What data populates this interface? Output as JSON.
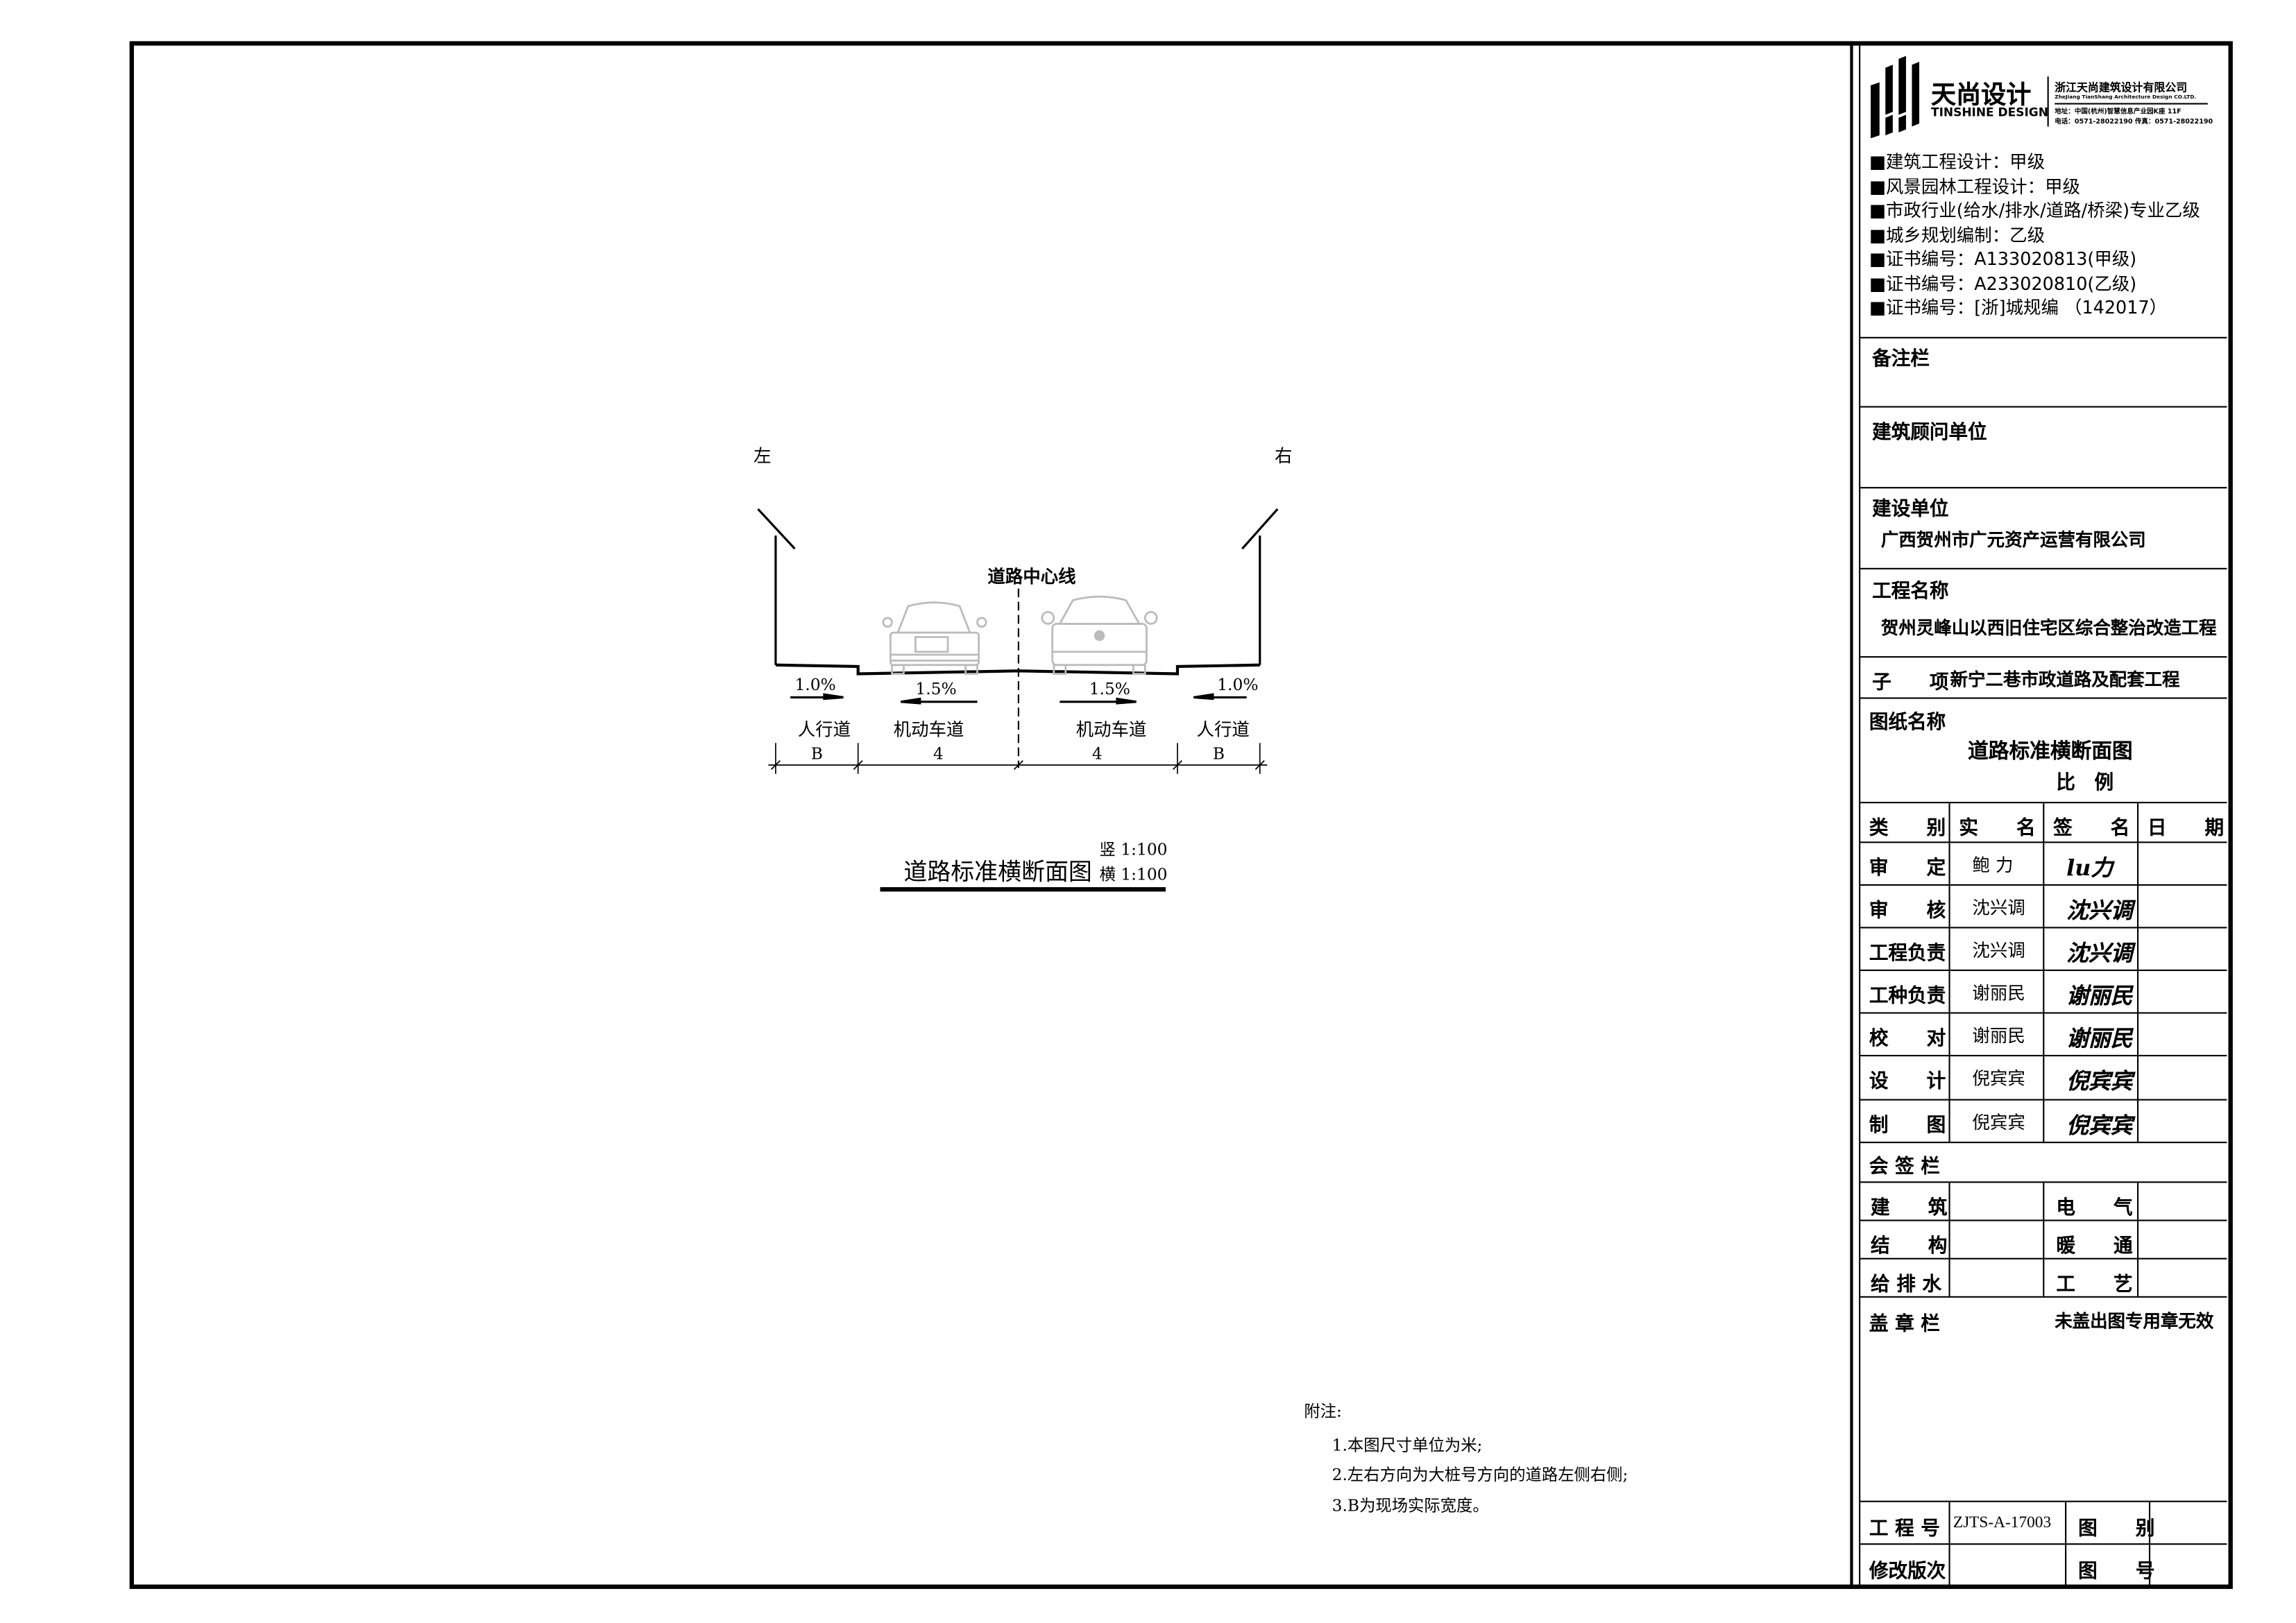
{
  "logo": {
    "brand_cn": "天尚设计",
    "brand_en": "TINSHINE DESIGN",
    "company_cn": "浙江天尚建筑设计有限公司",
    "company_en": "ZheJiang TianShang Architecture Design CO.LTD.",
    "address": "地址：中国(杭州)智慧信息产业园K座 11F",
    "phone": "电话：0571-28022190 传真：0571-28022190"
  },
  "qualifications": [
    "■建筑工程设计：甲级",
    "■风景园林工程设计：甲级",
    "■市政行业(给水/排水/道路/桥梁)专业乙级",
    "■城乡规划编制：乙级",
    "■证书编号：A133020813(甲级)",
    "■证书编号：A233020810(乙级)",
    "■证书编号：[浙]城规编 （142017）"
  ],
  "title_block": {
    "remarks_label": "备注栏",
    "consultant_label": "建筑顾问单位",
    "client_label": "建设单位",
    "client": "广西贺州市广元资产运营有限公司",
    "project_label": "工程名称",
    "project": "贺州灵峰山以西旧住宅区综合整治改造工程",
    "subitem_label": "子　　项",
    "subitem": "新宁二巷市政道路及配套工程",
    "drawing_name_label": "图纸名称",
    "drawing_name": "道路标准横断面图",
    "scale_label": "比　例",
    "sign_headers": [
      "类　　别",
      "实　　名",
      "签　　名",
      "日　　期"
    ],
    "sign_rows": [
      {
        "role": "审　　定",
        "name": "鲍 力",
        "signature": "lu力"
      },
      {
        "role": "审　　核",
        "name": "沈兴调",
        "signature": "沈兴调"
      },
      {
        "role": "工程负责",
        "name": "沈兴调",
        "signature": "沈兴调"
      },
      {
        "role": "工种负责",
        "name": "谢丽民",
        "signature": "谢丽民"
      },
      {
        "role": "校　　对",
        "name": "谢丽民",
        "signature": "谢丽民"
      },
      {
        "role": "设　　计",
        "name": "倪宾宾",
        "signature": "倪宾宾"
      },
      {
        "role": "制　　图",
        "name": "倪宾宾",
        "signature": "倪宾宾"
      }
    ],
    "countersign_label": "会 签 栏",
    "countersign_rows": [
      {
        "left": "建　　筑",
        "right": "电　　气"
      },
      {
        "left": "结　　构",
        "right": "暖　　通"
      },
      {
        "left": "给 排 水",
        "right": "工　　艺"
      }
    ],
    "stamp_label": "盖 章 栏",
    "stamp_note": "未盖出图专用章无效",
    "project_no_label": "工 程 号",
    "project_no": "ZJTS-A-17003",
    "drawing_type_label": "图　　别",
    "revision_label": "修改版次",
    "drawing_no_label": "图　　号"
  },
  "drawing": {
    "left_label": "左",
    "right_label": "右",
    "centerline_label": "道路中心线",
    "slopes": [
      "1.0%",
      "1.5%",
      "1.5%",
      "1.0%"
    ],
    "lanes": [
      "人行道",
      "机动车道",
      "机动车道",
      "人行道"
    ],
    "widths": [
      "B",
      "4",
      "4",
      "B"
    ],
    "title": "道路标准横断面图",
    "scale_v": "竖 1:100",
    "scale_h": "横 1:100"
  },
  "notes": {
    "heading": "附注:",
    "items": [
      "1.本图尺寸单位为米;",
      "2.左右方向为大桩号方向的道路左侧右侧;",
      "3.B为现场实际宽度。"
    ]
  }
}
